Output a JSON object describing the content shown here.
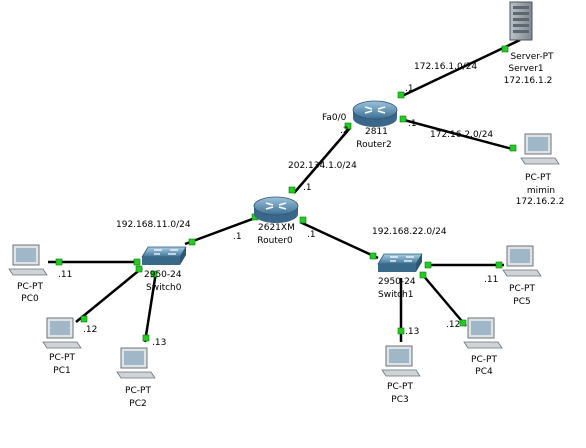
{
  "devices": {
    "server1": {
      "type": "Server-PT",
      "name": "Server1",
      "ip": "172.16.1.2"
    },
    "router2": {
      "type": "2811",
      "name": "Router2"
    },
    "router0": {
      "type": "2621XM",
      "name": "Router0"
    },
    "switch0": {
      "type": "2950-24",
      "name": "Switch0"
    },
    "switch1": {
      "type": "2950-24",
      "name": "Switch1"
    },
    "pc0": {
      "type": "PC-PT",
      "name": "PC0"
    },
    "pc1": {
      "type": "PC-PT",
      "name": "PC1"
    },
    "pc2": {
      "type": "PC-PT",
      "name": "PC2"
    },
    "pc3": {
      "type": "PC-PT",
      "name": "PC3"
    },
    "pc4": {
      "type": "PC-PT",
      "name": "PC4"
    },
    "pc5": {
      "type": "PC-PT",
      "name": "PC5"
    },
    "mimin": {
      "type": "PC-PT",
      "name": "mimin",
      "ip": "172.16.2.2"
    }
  },
  "networks": {
    "server_net": "172.16.1.0/24",
    "mimin_net": "172.16.2.0/24",
    "wan_net": "202.134.1.0/24",
    "lan0_net": "192.168.11.0/24",
    "lan1_net": "192.168.22.0/24"
  },
  "interfaces": {
    "r2_fa00": "Fa0/0",
    "r2_wan_host": ".2",
    "r2_server_host": ".1",
    "r2_mimin_host": ".1",
    "r0_wan_host": ".1",
    "r0_lan0_host": ".1",
    "r0_lan1_host": ".1",
    "pc0_host": ".11",
    "pc1_host": ".12",
    "pc2_host": ".13",
    "pc3_host": ".13",
    "pc4_host": ".12",
    "pc5_host": ".11"
  },
  "colors": {
    "link": "#000000",
    "port_led": "#22cc22",
    "router_body": "#5a8bb0",
    "switch_body": "#4f86a8",
    "pc_screen": "#9fb7c6",
    "pc_body": "#d8dcdf"
  }
}
